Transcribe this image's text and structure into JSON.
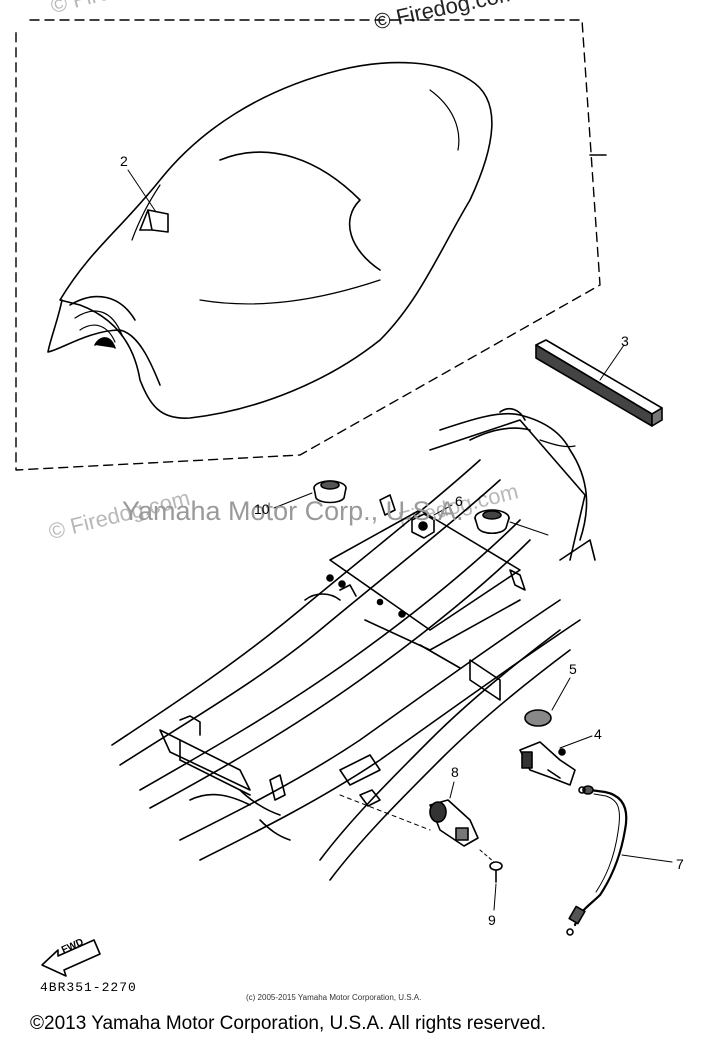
{
  "watermarks": {
    "top_left": "© Firedog.com",
    "top_right": "© Firedog.com",
    "mid_left": "© Firedog.com",
    "mid_right": "Firedog.com",
    "center": "Yamaha Motor Corp., U.S.A."
  },
  "callouts": [
    {
      "id": "2",
      "label": "2"
    },
    {
      "id": "3",
      "label": "3"
    },
    {
      "id": "10",
      "label": "10"
    },
    {
      "id": "6",
      "label": "6"
    },
    {
      "id": "5",
      "label": "5"
    },
    {
      "id": "4",
      "label": "4"
    },
    {
      "id": "8",
      "label": "8"
    },
    {
      "id": "7",
      "label": "7"
    },
    {
      "id": "9",
      "label": "9"
    }
  ],
  "fwd_label": "FWD",
  "part_code": "4BR351-2270",
  "footer_small": "(c) 2005-2015 Yamaha Motor Corporation, U.S.A.",
  "footer_main": "©2013 Yamaha Motor Corporation, U.S.A. All rights reserved."
}
